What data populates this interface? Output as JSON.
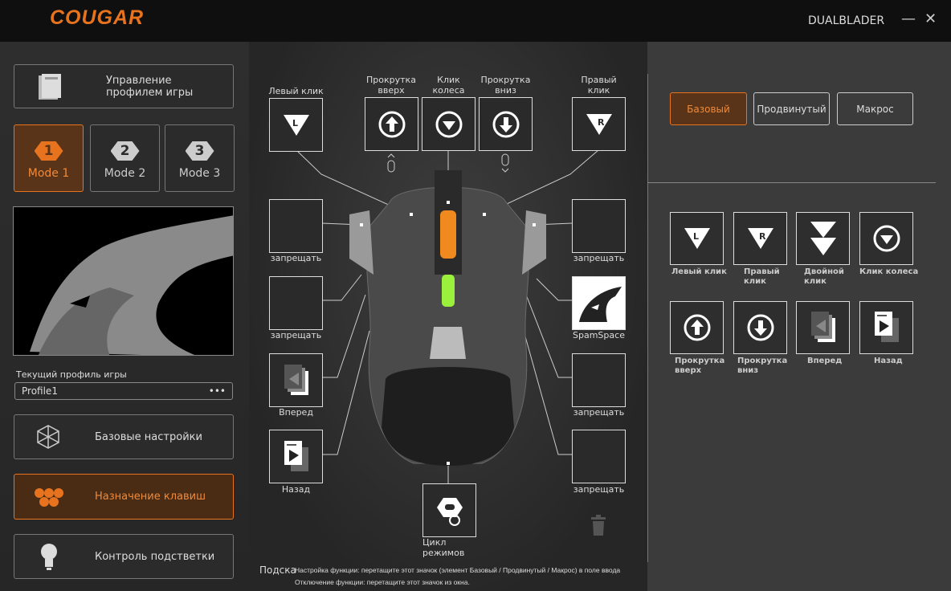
{
  "header": {
    "brand": "COUGAR",
    "device": "DUALBLADER",
    "minimize": "—",
    "close": "✕"
  },
  "sidebar": {
    "profile_manage": "Управление профилем игры",
    "modes": [
      {
        "num": "1",
        "label": "Mode 1"
      },
      {
        "num": "2",
        "label": "Mode 2"
      },
      {
        "num": "3",
        "label": "Mode 3"
      }
    ],
    "current_profile_label": "Текущий профиль игры",
    "current_profile": "Profile1",
    "more": "•••",
    "nav": [
      {
        "label": "Базовые настройки"
      },
      {
        "label": "Назначение клавиш"
      },
      {
        "label": "Контроль подстветки"
      }
    ]
  },
  "slots": {
    "top": [
      {
        "label": "Левый клик"
      },
      {
        "label": "Прокрутка вверх"
      },
      {
        "label": "Клик колеса"
      },
      {
        "label": "Прокрутка вниз"
      },
      {
        "label": "Правый клик"
      }
    ],
    "left": [
      {
        "label": "запрещать"
      },
      {
        "label": "запрещать"
      },
      {
        "label": "Вперед"
      },
      {
        "label": "Назад"
      }
    ],
    "right": [
      {
        "label": "запрещать"
      },
      {
        "label": "SpamSpace"
      },
      {
        "label": "запрещать"
      },
      {
        "label": "запрещать"
      }
    ],
    "bottom": {
      "label": "Цикл режимов"
    }
  },
  "hint": {
    "title": "Подска",
    "line1": "Настройка функции: перетащите этот значок (элемент Базовый / Продвинутый / Макрос) в поле ввода",
    "line2": "Отключение функции: перетащите этот значок из окна."
  },
  "right": {
    "tabs": [
      {
        "label": "Базовый"
      },
      {
        "label": "Продвинутый"
      },
      {
        "label": "Макрос"
      }
    ],
    "functions": [
      {
        "label": "Левый клик"
      },
      {
        "label": "Правый клик"
      },
      {
        "label": "Двойной клик"
      },
      {
        "label": "Клик колеса"
      },
      {
        "label": "Прокрутка вверх"
      },
      {
        "label": "Прокрутка вниз"
      },
      {
        "label": "Вперед"
      },
      {
        "label": "Назад"
      }
    ]
  },
  "colors": {
    "accent": "#e8731e"
  }
}
